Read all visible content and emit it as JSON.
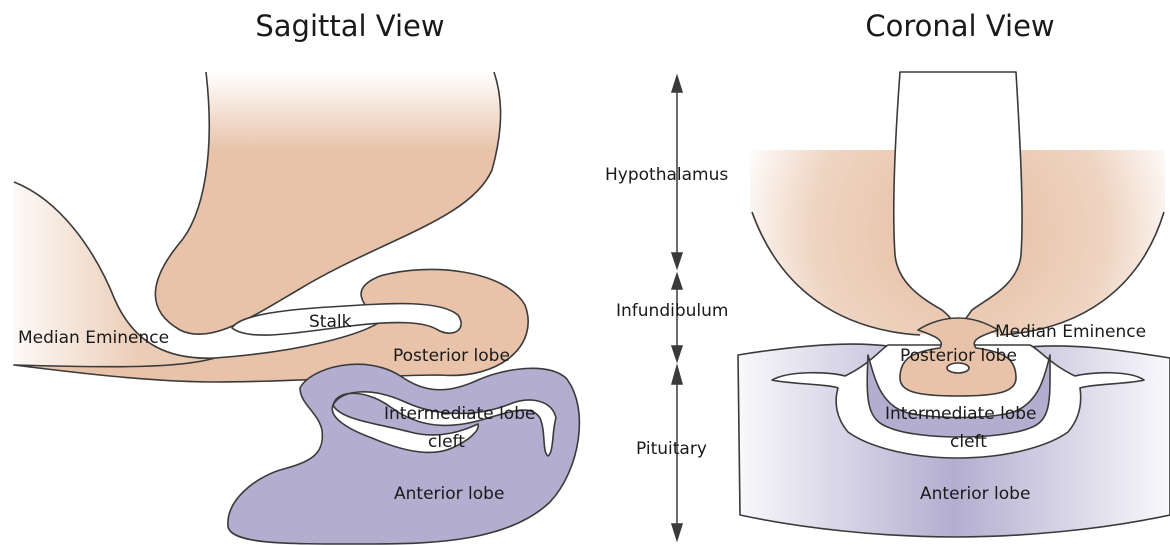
{
  "titles": {
    "sagittal": "Sagittal View",
    "coronal": "Coronal View"
  },
  "sagittal_labels": {
    "median_eminence": "Median Eminence",
    "stalk": "Stalk",
    "posterior_lobe": "Posterior lobe",
    "intermediate_lobe": "Intermediate lobe",
    "cleft": "cleft",
    "anterior_lobe": "Anterior lobe"
  },
  "region_labels": {
    "hypothalamus": "Hypothalamus",
    "infundibulum": "Infundibulum",
    "pituitary": "Pituitary"
  },
  "coronal_labels": {
    "median_eminence": "Median Eminence",
    "posterior_lobe": "Posterior lobe",
    "intermediate_lobe": "Intermediate lobe",
    "cleft": "cleft",
    "anterior_lobe": "Anterior lobe"
  },
  "colors": {
    "neural_tissue": "#e8c3a9",
    "glandular_tissue": "#b3aed0",
    "outline": "#3a3a3a",
    "text": "#1a1a1a"
  }
}
